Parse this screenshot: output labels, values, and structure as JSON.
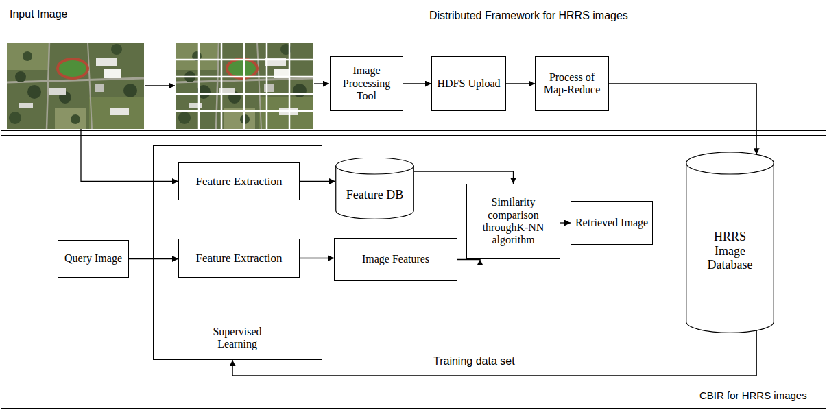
{
  "diagram": {
    "nodes": [
      {
        "text": [
          "Distributed Framework for HRRS images"
        ]
      },
      {
        "text": [
          "Input Image"
        ],
        "in": 0
      },
      {
        "text": [
          "Image Processing Tool"
        ],
        "in": 0
      },
      {
        "text": [
          "HDFS Upload"
        ],
        "in": 0
      },
      {
        "text": [
          "Process of Map-Reduce"
        ],
        "in": 0
      },
      {
        "text": [
          "CBIR for HRRS images"
        ]
      },
      {
        "text": [
          "Supervised Learning"
        ],
        "in": 5
      },
      {
        "text": [
          "Feature Extraction"
        ],
        "in": 6
      },
      {
        "text": [
          "Feature DB"
        ],
        "in": 5
      },
      {
        "text": [
          "Similarity comparison throughK-NN algorithm"
        ],
        "in": 5
      },
      {
        "text": [
          "Retrieved Image"
        ],
        "in": 5
      },
      {
        "text": [
          "HRRS Image Database"
        ],
        "in": 5
      },
      {
        "text": [
          "Query Image"
        ],
        "in": 5
      },
      {
        "text": [
          "Feature Extraction"
        ],
        "in": 6
      },
      {
        "text": [
          "Image Features"
        ],
        "in": 5
      }
    ],
    "edges": [
      {
        "from": 2,
        "to": 3,
        "arrow": "to"
      },
      {
        "from": 3,
        "to": 4,
        "arrow": "to"
      },
      {
        "from": 4,
        "to": 11,
        "arrow": "to"
      },
      {
        "from": 1,
        "to": 7,
        "arrow": "to"
      },
      {
        "from": 7,
        "to": 8,
        "arrow": "to"
      },
      {
        "from": 8,
        "to": 9,
        "arrow": "to"
      },
      {
        "from": 12,
        "to": 13,
        "arrow": "to"
      },
      {
        "from": 13,
        "to": 14,
        "arrow": "to"
      },
      {
        "from": 14,
        "to": 9,
        "arrow": "to"
      },
      {
        "from": 9,
        "to": 10,
        "arrow": "to"
      },
      {
        "from": 11,
        "to": 6,
        "label": "Training data set",
        "arrow": "to"
      }
    ]
  }
}
